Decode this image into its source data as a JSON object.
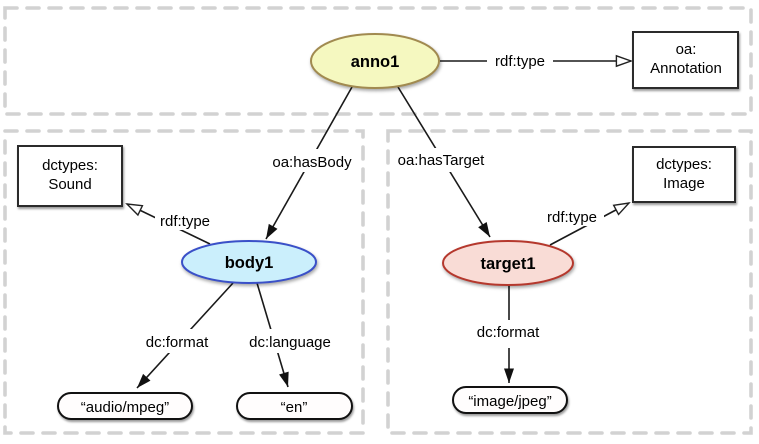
{
  "diagram": {
    "nodes": {
      "anno1": {
        "label": "anno1",
        "fill": "#F5F8C0",
        "stroke": "#A18A50"
      },
      "body1": {
        "label": "body1",
        "fill": "#CBEFFC",
        "stroke": "#3A50C8"
      },
      "target1": {
        "label": "target1",
        "fill": "#F9DCD6",
        "stroke": "#B5382D"
      }
    },
    "class_boxes": {
      "annotation": {
        "line1": "oa:",
        "line2": "Annotation"
      },
      "sound": {
        "line1": "dctypes:",
        "line2": "Sound"
      },
      "image": {
        "line1": "dctypes:",
        "line2": "Image"
      }
    },
    "literals": {
      "audio_mpeg": "“audio/mpeg”",
      "en": "“en”",
      "image_jpeg": "“image/jpeg”"
    },
    "edge_labels": {
      "anno_rdf_type": "rdf:type",
      "oa_has_body": "oa:hasBody",
      "oa_has_target": "oa:hasTarget",
      "body_rdf_type": "rdf:type",
      "target_rdf_type": "rdf:type",
      "body_dc_format": "dc:format",
      "body_dc_language": "dc:language",
      "target_dc_format": "dc:format"
    },
    "colors": {
      "dashed_border": "#D2D2D2",
      "edge": "#1a1a1a"
    }
  }
}
